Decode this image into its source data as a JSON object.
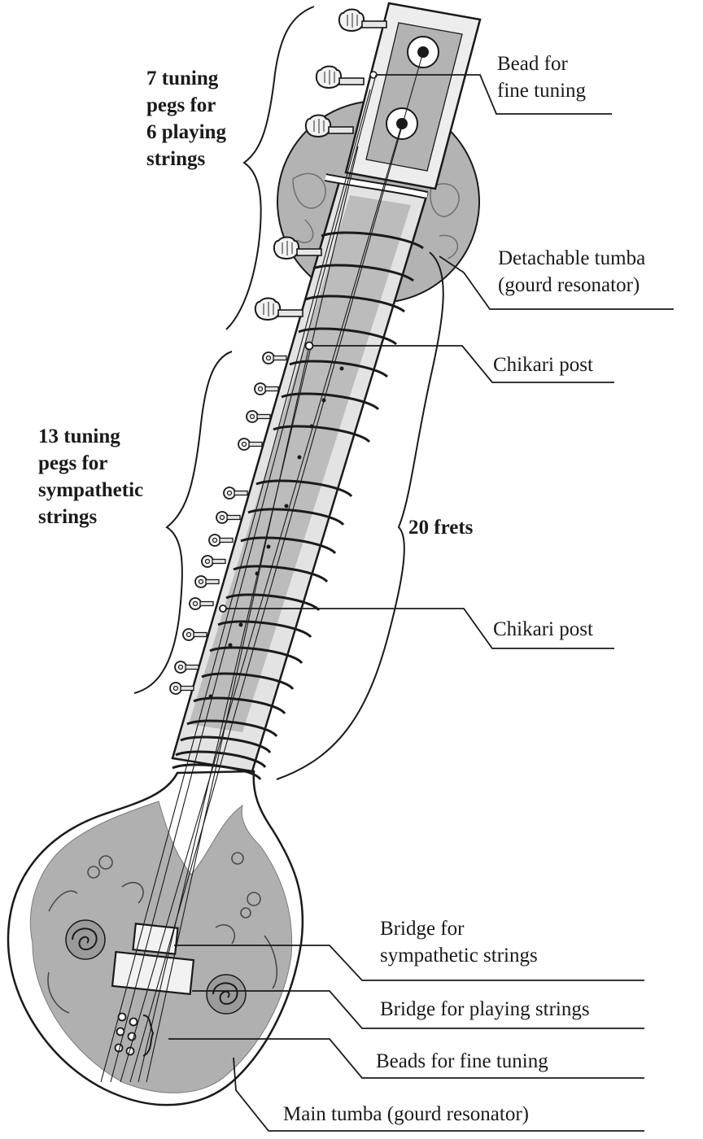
{
  "labels": {
    "bead_fine_tuning": [
      "Bead for",
      "fine tuning"
    ],
    "tuning_pegs_playing": [
      "7 tuning",
      "pegs for",
      "6 playing",
      "strings"
    ],
    "detachable_tumba": [
      "Detachable tumba",
      "(gourd resonator)"
    ],
    "chikari_post_upper": "Chikari post",
    "tuning_pegs_sympathetic": [
      "13  tuning",
      "pegs for",
      "sympathetic",
      "strings"
    ],
    "frets": "20 frets",
    "chikari_post_lower": "Chikari post",
    "bridge_sympathetic": [
      "Bridge for",
      "sympathetic strings"
    ],
    "bridge_playing": "Bridge for playing strings",
    "beads_fine_tuning": "Beads for fine tuning",
    "main_tumba": "Main tumba (gourd resonator)"
  },
  "colors": {
    "ink": "#1a1a1a",
    "wood_gray": "#b0b0b0",
    "light_gray": "#d9d9d9",
    "background": "#ffffff"
  }
}
